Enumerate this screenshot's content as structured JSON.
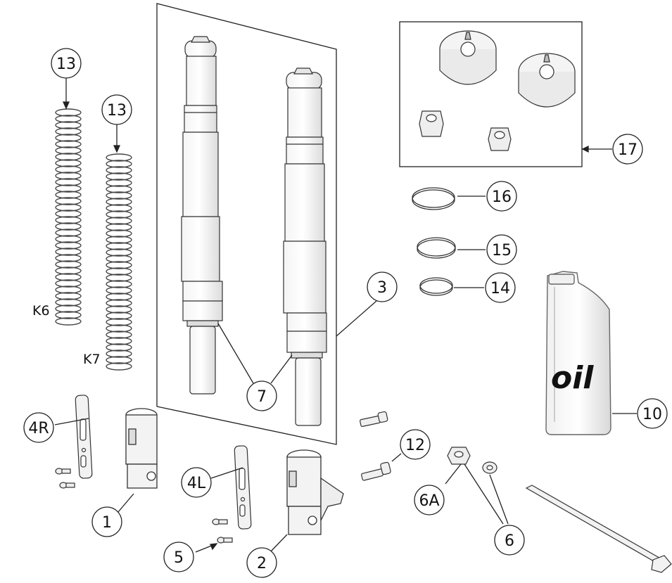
{
  "callouts": {
    "c1": "1",
    "c2": "2",
    "c3": "3",
    "c4r": "4R",
    "c4l": "4L",
    "c5": "5",
    "c6": "6",
    "c6a": "6A",
    "c7": "7",
    "c10": "10",
    "c12": "12",
    "c13a": "13",
    "c13b": "13",
    "c14": "14",
    "c15": "15",
    "c16": "16",
    "c17": "17"
  },
  "spring_labels": {
    "k6": "K6",
    "k7": "K7"
  },
  "bottle_label": "oil"
}
